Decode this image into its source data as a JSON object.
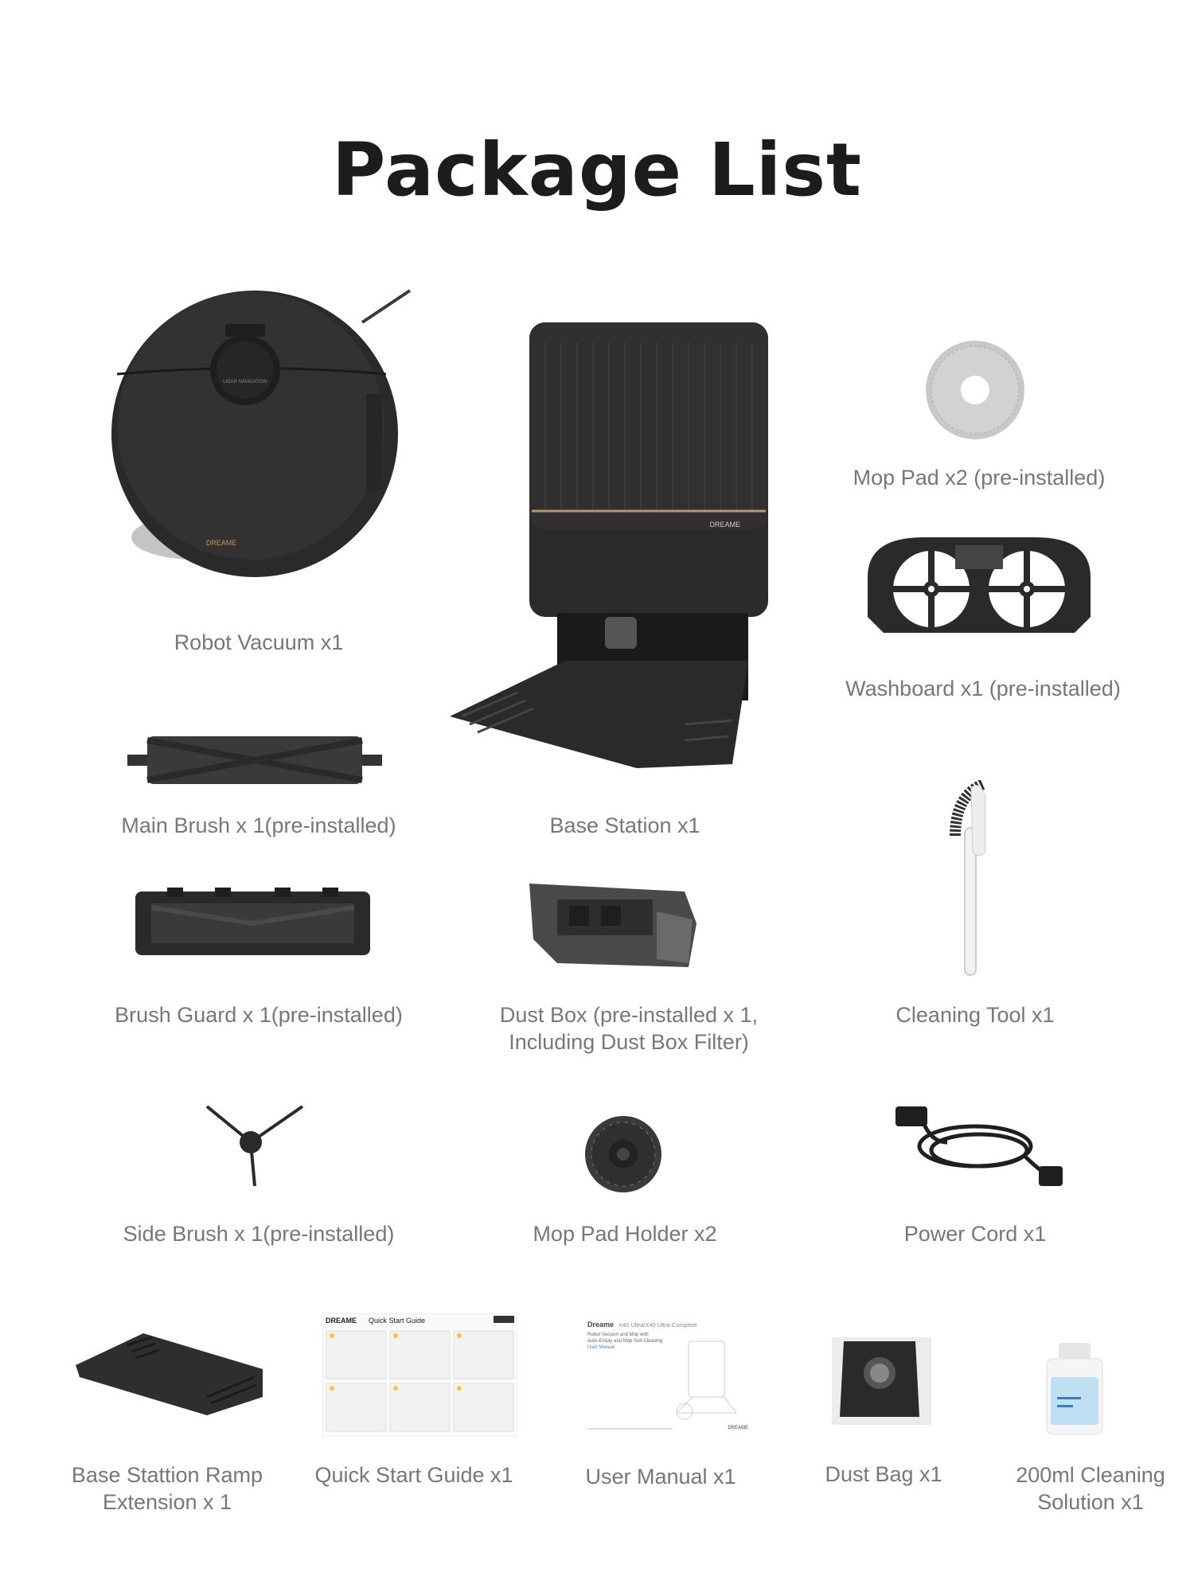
{
  "page": {
    "title": "Package List"
  },
  "items": [
    {
      "label": "Robot Vacuum  x1",
      "image": "robot-vacuum",
      "brand_mark": "DREAME",
      "top_mark": "LIDAR NAVIGATION"
    },
    {
      "label": "Base Station  x1",
      "image": "base-station",
      "brand_mark": "DREAME"
    },
    {
      "label": "Mop Pad  x2 (pre-installed)",
      "image": "mop-pad"
    },
    {
      "label": "Washboard   x1 (pre-installed)",
      "image": "washboard"
    },
    {
      "label": "Main Brush  x 1(pre-installed)",
      "image": "main-brush"
    },
    {
      "label": "Brush Guard  x 1(pre-installed)",
      "image": "brush-guard"
    },
    {
      "label": "Dust Box  (pre-installed x 1,\nIncluding Dust Box Filter)",
      "image": "dust-box"
    },
    {
      "label": "Cleaning Tool   x1",
      "image": "cleaning-tool"
    },
    {
      "label": "Side Brush x 1(pre-installed)",
      "image": "side-brush"
    },
    {
      "label": "Mop Pad Holder  x2",
      "image": "mop-pad-holder"
    },
    {
      "label": "Power Cord  x1",
      "image": "power-cord"
    },
    {
      "label": "Base Stattion Ramp\nExtension x 1",
      "image": "ramp-extension"
    },
    {
      "label": "Quick Start Guide  x1",
      "image": "quick-start-guide",
      "doc_brand": "DREAME",
      "doc_title": "Quick Start Guide"
    },
    {
      "label": "User Manual  x1",
      "image": "user-manual",
      "doc_brand": "Dreame",
      "doc_title": "X40 Ultra/X40 Ultra Complete",
      "doc_sub1": "Robot Vacuum and Mop with",
      "doc_sub2": "Auto-Empty and Mop Self-Cleaning",
      "doc_sub3": "User Manual",
      "doc_footer": "DREAME"
    },
    {
      "label": "Dust Bag x1",
      "image": "dust-bag"
    },
    {
      "label": "200ml Cleaning\nSolution  x1",
      "image": "cleaning-solution"
    }
  ],
  "colors": {
    "background": "#ffffff",
    "title": "#1c1c1c",
    "label": "#777777",
    "product": "#2b2b2b",
    "accent_gold": "#b8976a",
    "solution_blue": "#bfe0f2"
  }
}
